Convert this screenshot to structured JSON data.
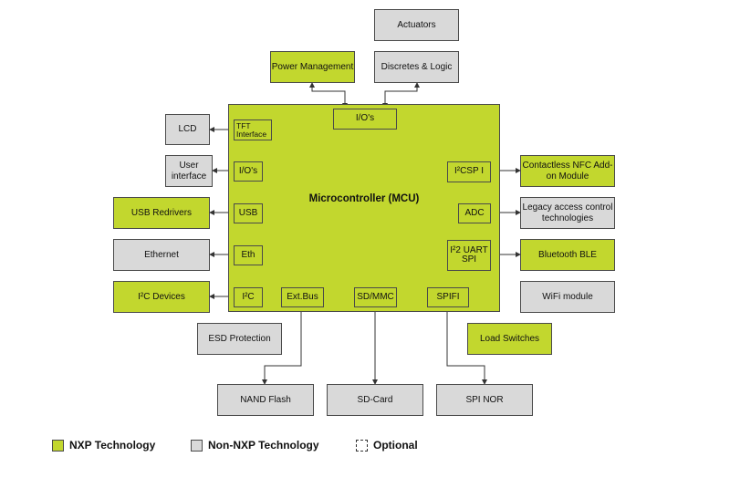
{
  "mcu": {
    "title": "Microcontroller (MCU)",
    "blocks": {
      "io_top": "I/O's",
      "tft": "TFT Interface",
      "io_left": "I/O's",
      "usb": "USB",
      "eth": "Eth",
      "i2c": "I²C",
      "extbus": "Ext.Bus",
      "sdmmc": "SD/MMC",
      "spifi": "SPIFI",
      "i2csp": "I²CSP I",
      "adc": "ADC",
      "i2_uart_spi": "I²2 UART SPI"
    }
  },
  "peripherals": {
    "actuators": "Actuators",
    "power_management": "Power Management",
    "discretes_logic": "Discretes & Logic",
    "lcd": "LCD",
    "user_interface": "User interface",
    "usb_redrivers": "USB Redrivers",
    "ethernet": "Ethernet",
    "i2c_devices": "I²C Devices",
    "esd_protection": "ESD Protection",
    "nand_flash": "NAND Flash",
    "sd_card": "SD-Card",
    "spi_nor": "SPI NOR",
    "load_switches": "Load Switches",
    "contactless": "Contactless NFC Add-on Module",
    "legacy_access": "Legacy access control technologies",
    "bluetooth": "Bluetooth BLE",
    "wifi": "WiFi module"
  },
  "legend": {
    "nxp": "NXP Technology",
    "non_nxp": "Non-NXP Technology",
    "optional": "Optional"
  },
  "colors": {
    "nxp": "#c2d72e",
    "non_nxp": "#d9d9d9",
    "border": "#4a4a4a"
  }
}
